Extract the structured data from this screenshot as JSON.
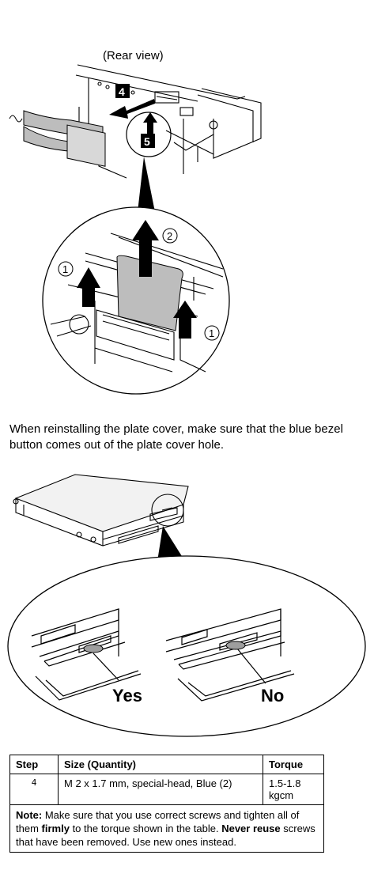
{
  "figure1": {
    "rear_view_label": "(Rear view)",
    "callout_4": "4",
    "callout_5": "5",
    "circle_1_left": "1",
    "circle_2": "2",
    "circle_1_right": "1"
  },
  "caption": "When reinstalling the plate cover, make sure that the blue bezel button comes out of the plate cover hole.",
  "figure2": {
    "yes_label": "Yes",
    "no_label": "No"
  },
  "table": {
    "headers": [
      "Step",
      "Size (Quantity)",
      "Torque"
    ],
    "rows": [
      {
        "step": "4",
        "size": "M 2 x 1.7 mm, special-head, Blue (2)",
        "torque": "1.5-1.8 kgcm"
      }
    ],
    "note": {
      "label": "Note:",
      "part1": "Make sure that you use correct screws and tighten all of them",
      "firmly": "firmly",
      "part2": "to the torque shown in the table.",
      "never_reuse": "Never reuse",
      "part3": "screws that have been removed.  Use new ones instead."
    }
  }
}
